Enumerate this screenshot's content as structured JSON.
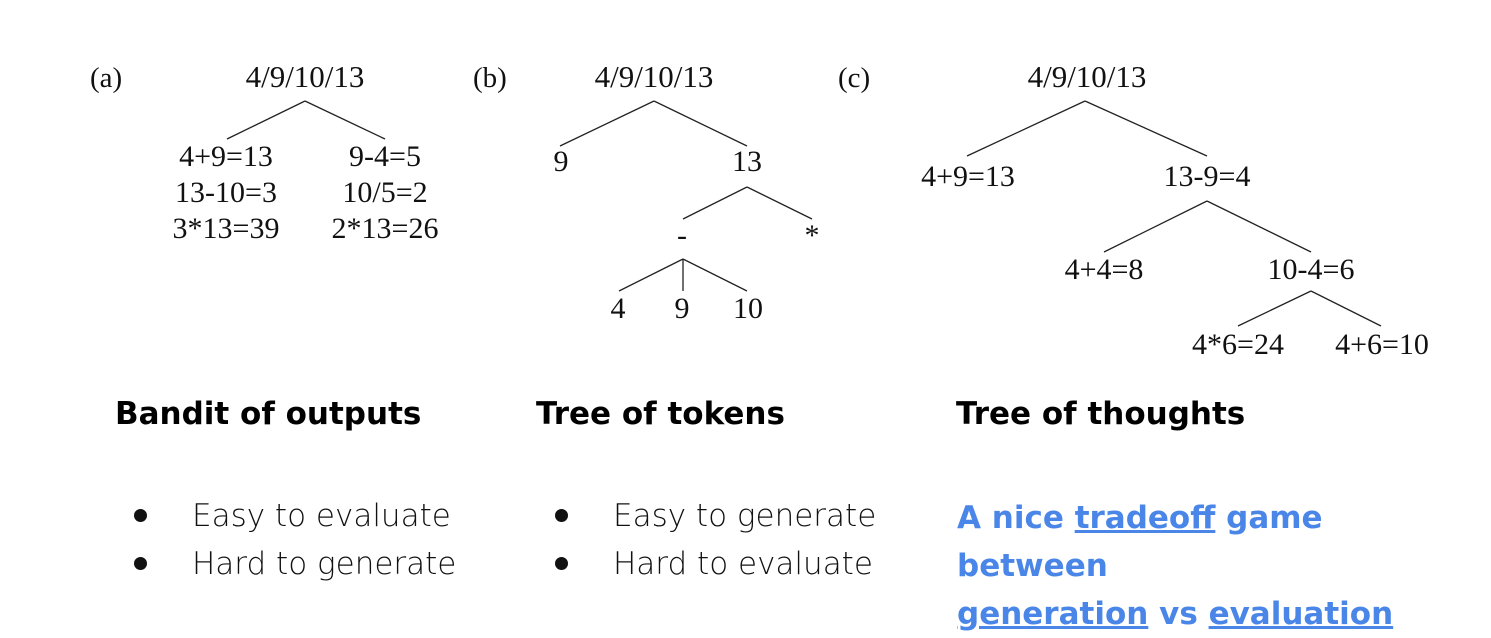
{
  "panels": [
    {
      "label": "(a)",
      "root": "4/9/10/13",
      "branch_left": [
        "4+9=13",
        "13-10=3",
        "3*13=39"
      ],
      "branch_right": [
        "9-4=5",
        "10/5=2",
        "2*13=26"
      ]
    },
    {
      "label": "(b)",
      "root": "4/9/10/13",
      "level1": [
        "9",
        "13"
      ],
      "level2": [
        "-",
        "*"
      ],
      "level3": [
        "4",
        "9",
        "10"
      ]
    },
    {
      "label": "(c)",
      "root": "4/9/10/13",
      "level1": [
        "4+9=13",
        "13-9=4"
      ],
      "level2": [
        "4+4=8",
        "10-4=6"
      ],
      "level3": [
        "4*6=24",
        "4+6=10"
      ]
    }
  ],
  "sections": [
    {
      "title": "Bandit of outputs",
      "bullets": [
        "Easy to evaluate",
        "Hard to generate"
      ]
    },
    {
      "title": "Tree of tokens",
      "bullets": [
        "Easy to generate",
        "Hard to evaluate"
      ]
    },
    {
      "title": "Tree of thoughts"
    }
  ],
  "tradeoff": {
    "part1": "A nice ",
    "link1": "tradeoff",
    "part2": " game between",
    "link2": "generation",
    "part3": " vs ",
    "link3": "evaluation",
    "color": "#4a86e8"
  }
}
